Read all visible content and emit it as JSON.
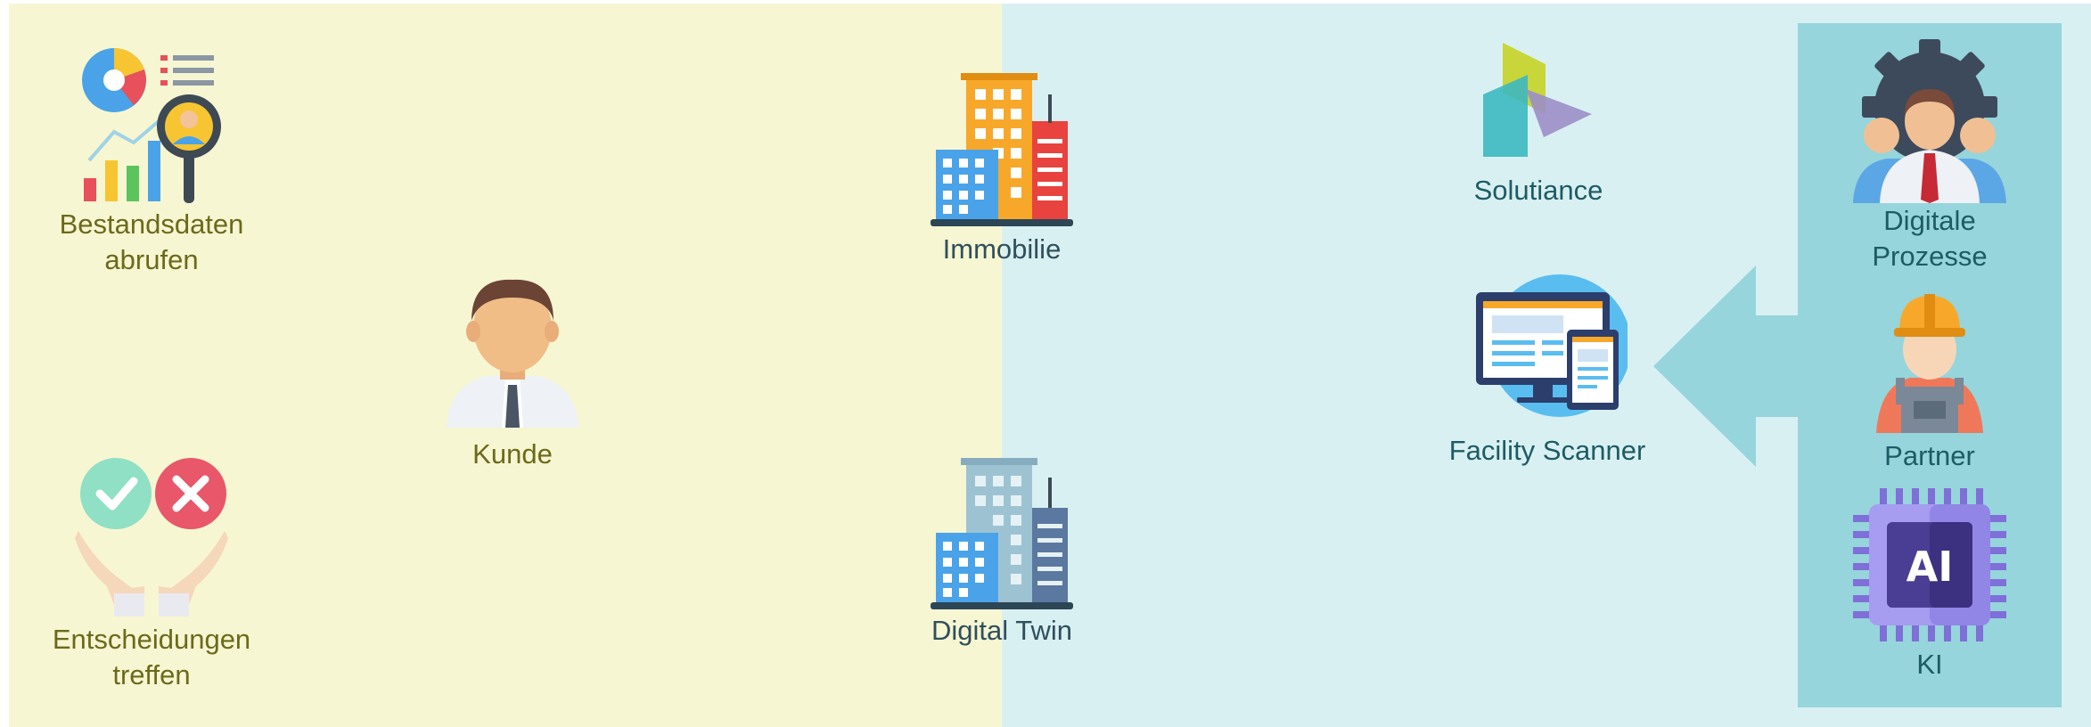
{
  "left": {
    "bestandsdaten": "Bestandsdaten\nabrufen",
    "entscheidungen": "Entscheidungen\ntreffen",
    "kunde": "Kunde"
  },
  "center": {
    "immobilie": "Immobilie",
    "digital_twin": "Digital Twin"
  },
  "right": {
    "solutiance": "Solutiance",
    "facility_scanner": "Facility Scanner"
  },
  "side": {
    "digitale_prozesse": "Digitale\nProzesse",
    "partner": "Partner",
    "ki": "KI",
    "ki_chip_text": "AI"
  },
  "colors": {
    "left_bg": "#f7f6d2",
    "right_bg": "#d9f0f2",
    "side_bg": "#96d5db",
    "arrow": "#96d5db"
  }
}
